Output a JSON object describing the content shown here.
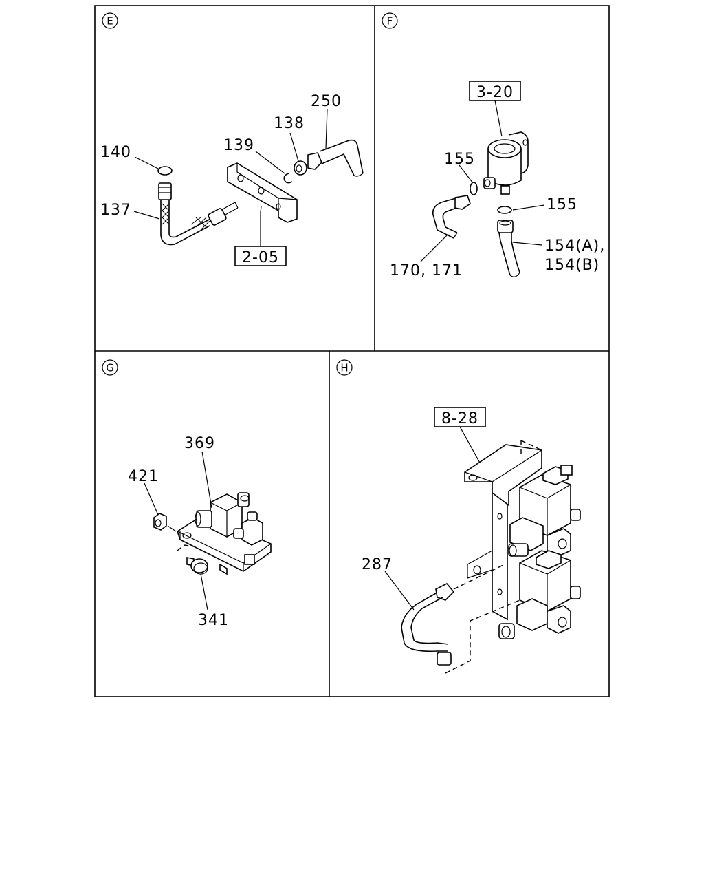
{
  "panels": {
    "E": {
      "marker": "E",
      "ref_box": "2-05",
      "callouts": {
        "c140": "140",
        "c137": "137",
        "c139": "139",
        "c138": "138",
        "c250": "250"
      }
    },
    "F": {
      "marker": "F",
      "ref_box": "3-20",
      "callouts": {
        "c155a": "155",
        "c155b": "155",
        "c154a": "154(A),",
        "c154b": "154(B)",
        "c170": "170, 171"
      }
    },
    "G": {
      "marker": "G",
      "callouts": {
        "c369": "369",
        "c421": "421",
        "c341": "341"
      }
    },
    "H": {
      "marker": "H",
      "ref_box": "8-28",
      "callouts": {
        "c287": "287"
      }
    }
  }
}
